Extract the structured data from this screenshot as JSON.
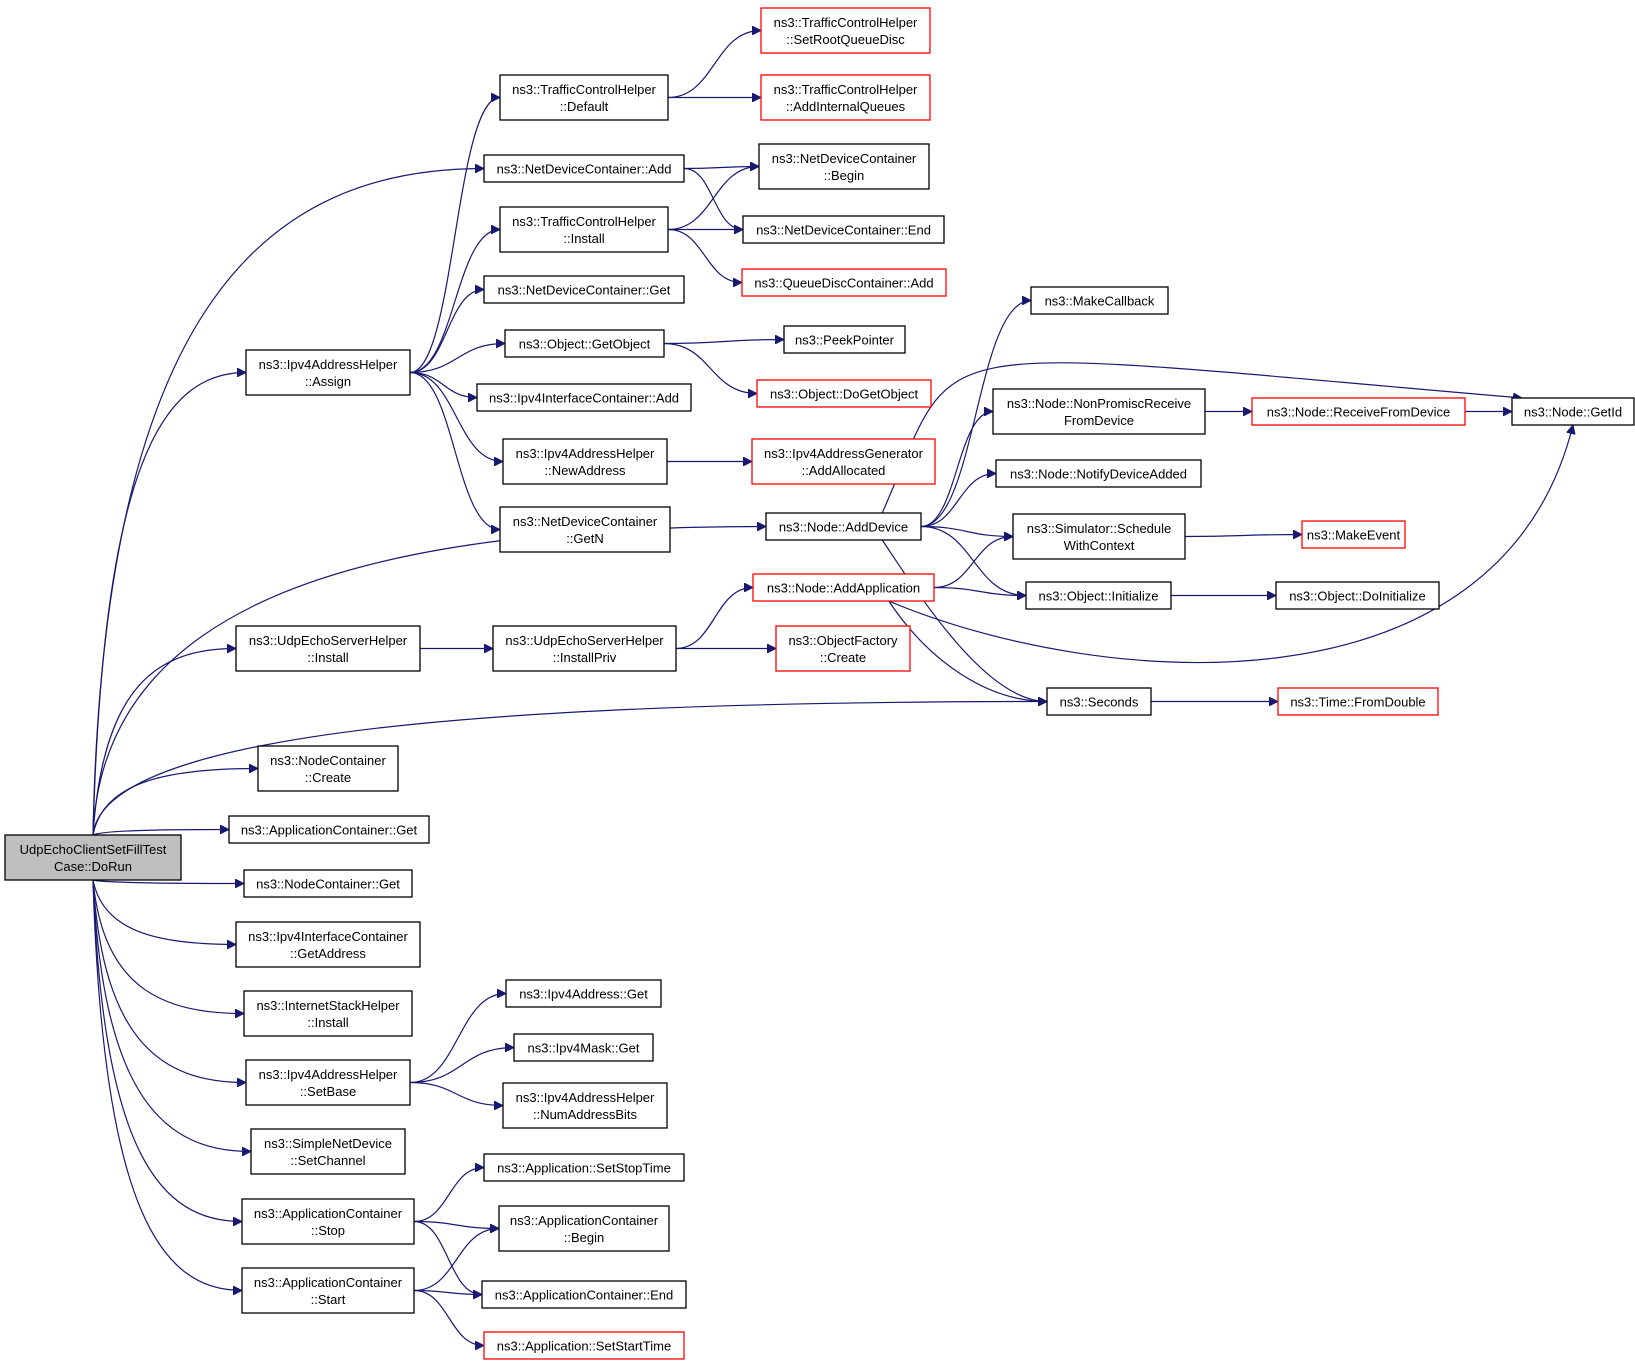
{
  "colors": {
    "edge": "#191970",
    "node_border": "#000000",
    "unlinked_border": "#ff0000",
    "root_fill": "#bfbfbf"
  },
  "nodes": [
    {
      "id": "root",
      "lines": [
        "UdpEchoClientSetFillTest",
        "Case::DoRun"
      ],
      "style": "root"
    },
    {
      "id": "ipv4helper_assign",
      "lines": [
        "ns3::Ipv4AddressHelper",
        "::Assign"
      ],
      "style": "normal"
    },
    {
      "id": "tch_setrootqueuedisc",
      "lines": [
        "ns3::TrafficControlHelper",
        "::SetRootQueueDisc"
      ],
      "style": "red"
    },
    {
      "id": "tch_addinternalqueues",
      "lines": [
        "ns3::TrafficControlHelper",
        "::AddInternalQueues"
      ],
      "style": "red"
    },
    {
      "id": "tch_default",
      "lines": [
        "ns3::TrafficControlHelper",
        "::Default"
      ],
      "style": "normal"
    },
    {
      "id": "ndc_add",
      "lines": [
        "ns3::NetDeviceContainer::Add"
      ],
      "style": "normal"
    },
    {
      "id": "ndc_begin",
      "lines": [
        "ns3::NetDeviceContainer",
        "::Begin"
      ],
      "style": "normal"
    },
    {
      "id": "ndc_end",
      "lines": [
        "ns3::NetDeviceContainer::End"
      ],
      "style": "normal"
    },
    {
      "id": "tch_install",
      "lines": [
        "ns3::TrafficControlHelper",
        "::Install"
      ],
      "style": "normal"
    },
    {
      "id": "qdc_add",
      "lines": [
        "ns3::QueueDiscContainer::Add"
      ],
      "style": "red"
    },
    {
      "id": "ndc_get",
      "lines": [
        "ns3::NetDeviceContainer::Get"
      ],
      "style": "normal"
    },
    {
      "id": "obj_getobject",
      "lines": [
        "ns3::Object::GetObject"
      ],
      "style": "normal"
    },
    {
      "id": "peekpointer",
      "lines": [
        "ns3::PeekPointer"
      ],
      "style": "normal"
    },
    {
      "id": "obj_dogetobject",
      "lines": [
        "ns3::Object::DoGetObject"
      ],
      "style": "red"
    },
    {
      "id": "ipv4ic_add",
      "lines": [
        "ns3::Ipv4InterfaceContainer::Add"
      ],
      "style": "normal"
    },
    {
      "id": "ipv4helper_newaddress",
      "lines": [
        "ns3::Ipv4AddressHelper",
        "::NewAddress"
      ],
      "style": "normal"
    },
    {
      "id": "ipv4gen_addallocated",
      "lines": [
        "ns3::Ipv4AddressGenerator",
        "::AddAllocated"
      ],
      "style": "red"
    },
    {
      "id": "ndc_getn",
      "lines": [
        "ns3::NetDeviceContainer",
        "::GetN"
      ],
      "style": "normal"
    },
    {
      "id": "makecallback",
      "lines": [
        "ns3::MakeCallback"
      ],
      "style": "normal"
    },
    {
      "id": "node_nonpromisc",
      "lines": [
        "ns3::Node::NonPromiscReceive",
        "FromDevice"
      ],
      "style": "normal"
    },
    {
      "id": "node_receivefromdevice",
      "lines": [
        "ns3::Node::ReceiveFromDevice"
      ],
      "style": "red"
    },
    {
      "id": "node_getid",
      "lines": [
        "ns3::Node::GetId"
      ],
      "style": "normal"
    },
    {
      "id": "node_notifydeviceadded",
      "lines": [
        "ns3::Node::NotifyDeviceAdded"
      ],
      "style": "normal"
    },
    {
      "id": "node_adddevice",
      "lines": [
        "ns3::Node::AddDevice"
      ],
      "style": "normal"
    },
    {
      "id": "sim_schedulewithcontext",
      "lines": [
        "ns3::Simulator::Schedule",
        "WithContext"
      ],
      "style": "normal"
    },
    {
      "id": "makeevent",
      "lines": [
        "ns3::MakeEvent"
      ],
      "style": "red"
    },
    {
      "id": "node_addapplication",
      "lines": [
        "ns3::Node::AddApplication"
      ],
      "style": "red"
    },
    {
      "id": "obj_initialize",
      "lines": [
        "ns3::Object::Initialize"
      ],
      "style": "normal"
    },
    {
      "id": "obj_doinitialize",
      "lines": [
        "ns3::Object::DoInitialize"
      ],
      "style": "normal"
    },
    {
      "id": "udpserver_install",
      "lines": [
        "ns3::UdpEchoServerHelper",
        "::Install"
      ],
      "style": "normal"
    },
    {
      "id": "udpserver_installpriv",
      "lines": [
        "ns3::UdpEchoServerHelper",
        "::InstallPriv"
      ],
      "style": "normal"
    },
    {
      "id": "objfactory_create",
      "lines": [
        "ns3::ObjectFactory",
        "::Create"
      ],
      "style": "red"
    },
    {
      "id": "seconds",
      "lines": [
        "ns3::Seconds"
      ],
      "style": "normal"
    },
    {
      "id": "time_fromdouble",
      "lines": [
        "ns3::Time::FromDouble"
      ],
      "style": "red"
    },
    {
      "id": "nodecontainer_create",
      "lines": [
        "ns3::NodeContainer",
        "::Create"
      ],
      "style": "normal"
    },
    {
      "id": "appcontainer_get",
      "lines": [
        "ns3::ApplicationContainer::Get"
      ],
      "style": "normal"
    },
    {
      "id": "nodecontainer_get",
      "lines": [
        "ns3::NodeContainer::Get"
      ],
      "style": "normal"
    },
    {
      "id": "ipv4ic_getaddress",
      "lines": [
        "ns3::Ipv4InterfaceContainer",
        "::GetAddress"
      ],
      "style": "normal"
    },
    {
      "id": "internetstack_install",
      "lines": [
        "ns3::InternetStackHelper",
        "::Install"
      ],
      "style": "normal"
    },
    {
      "id": "ipv4address_get",
      "lines": [
        "ns3::Ipv4Address::Get"
      ],
      "style": "normal"
    },
    {
      "id": "ipv4helper_setbase",
      "lines": [
        "ns3::Ipv4AddressHelper",
        "::SetBase"
      ],
      "style": "normal"
    },
    {
      "id": "ipv4mask_get",
      "lines": [
        "ns3::Ipv4Mask::Get"
      ],
      "style": "normal"
    },
    {
      "id": "ipv4helper_numaddressbits",
      "lines": [
        "ns3::Ipv4AddressHelper",
        "::NumAddressBits"
      ],
      "style": "normal"
    },
    {
      "id": "simplenetdevice_setchannel",
      "lines": [
        "ns3::SimpleNetDevice",
        "::SetChannel"
      ],
      "style": "normal"
    },
    {
      "id": "app_setstoptime",
      "lines": [
        "ns3::Application::SetStopTime"
      ],
      "style": "normal"
    },
    {
      "id": "appcontainer_stop",
      "lines": [
        "ns3::ApplicationContainer",
        "::Stop"
      ],
      "style": "normal"
    },
    {
      "id": "appcontainer_begin",
      "lines": [
        "ns3::ApplicationContainer",
        "::Begin"
      ],
      "style": "normal"
    },
    {
      "id": "appcontainer_end",
      "lines": [
        "ns3::ApplicationContainer::End"
      ],
      "style": "normal"
    },
    {
      "id": "appcontainer_start",
      "lines": [
        "ns3::ApplicationContainer",
        "::Start"
      ],
      "style": "normal"
    },
    {
      "id": "app_setstarttime",
      "lines": [
        "ns3::Application::SetStartTime"
      ],
      "style": "red"
    }
  ],
  "edges": [
    [
      "root",
      "ipv4helper_assign"
    ],
    [
      "root",
      "ndc_add"
    ],
    [
      "root",
      "node_adddevice"
    ],
    [
      "root",
      "udpserver_install"
    ],
    [
      "root",
      "seconds"
    ],
    [
      "root",
      "nodecontainer_create"
    ],
    [
      "root",
      "appcontainer_get"
    ],
    [
      "root",
      "nodecontainer_get"
    ],
    [
      "root",
      "ipv4ic_getaddress"
    ],
    [
      "root",
      "internetstack_install"
    ],
    [
      "root",
      "ipv4helper_setbase"
    ],
    [
      "root",
      "simplenetdevice_setchannel"
    ],
    [
      "root",
      "appcontainer_stop"
    ],
    [
      "root",
      "appcontainer_start"
    ],
    [
      "ipv4helper_assign",
      "tch_default"
    ],
    [
      "ipv4helper_assign",
      "tch_install"
    ],
    [
      "ipv4helper_assign",
      "ndc_get"
    ],
    [
      "ipv4helper_assign",
      "obj_getobject"
    ],
    [
      "ipv4helper_assign",
      "ipv4ic_add"
    ],
    [
      "ipv4helper_assign",
      "ipv4helper_newaddress"
    ],
    [
      "ipv4helper_assign",
      "ndc_getn"
    ],
    [
      "tch_default",
      "tch_setrootqueuedisc"
    ],
    [
      "tch_default",
      "tch_addinternalqueues"
    ],
    [
      "ndc_add",
      "ndc_begin"
    ],
    [
      "ndc_add",
      "ndc_end"
    ],
    [
      "tch_install",
      "ndc_begin"
    ],
    [
      "tch_install",
      "ndc_end"
    ],
    [
      "tch_install",
      "qdc_add"
    ],
    [
      "obj_getobject",
      "peekpointer"
    ],
    [
      "obj_getobject",
      "obj_dogetobject"
    ],
    [
      "ipv4helper_newaddress",
      "ipv4gen_addallocated"
    ],
    [
      "node_adddevice",
      "makecallback"
    ],
    [
      "node_adddevice",
      "node_nonpromisc"
    ],
    [
      "node_adddevice",
      "node_getid"
    ],
    [
      "node_adddevice",
      "node_notifydeviceadded"
    ],
    [
      "node_adddevice",
      "sim_schedulewithcontext"
    ],
    [
      "node_adddevice",
      "obj_initialize"
    ],
    [
      "node_adddevice",
      "seconds"
    ],
    [
      "node_nonpromisc",
      "node_receivefromdevice"
    ],
    [
      "node_receivefromdevice",
      "node_getid"
    ],
    [
      "sim_schedulewithcontext",
      "makeevent"
    ],
    [
      "obj_initialize",
      "obj_doinitialize"
    ],
    [
      "node_addapplication",
      "sim_schedulewithcontext"
    ],
    [
      "node_addapplication",
      "obj_initialize"
    ],
    [
      "node_addapplication",
      "node_getid"
    ],
    [
      "node_addapplication",
      "seconds"
    ],
    [
      "udpserver_install",
      "udpserver_installpriv"
    ],
    [
      "udpserver_installpriv",
      "node_addapplication"
    ],
    [
      "udpserver_installpriv",
      "objfactory_create"
    ],
    [
      "seconds",
      "time_fromdouble"
    ],
    [
      "ipv4helper_setbase",
      "ipv4address_get"
    ],
    [
      "ipv4helper_setbase",
      "ipv4mask_get"
    ],
    [
      "ipv4helper_setbase",
      "ipv4helper_numaddressbits"
    ],
    [
      "appcontainer_stop",
      "app_setstoptime"
    ],
    [
      "appcontainer_stop",
      "appcontainer_begin"
    ],
    [
      "appcontainer_stop",
      "appcontainer_end"
    ],
    [
      "appcontainer_start",
      "appcontainer_begin"
    ],
    [
      "appcontainer_start",
      "appcontainer_end"
    ],
    [
      "appcontainer_start",
      "app_setstarttime"
    ]
  ]
}
